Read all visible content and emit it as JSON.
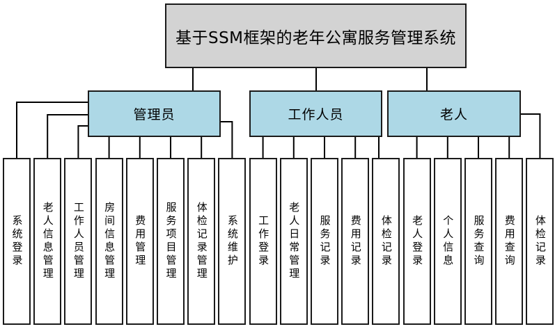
{
  "diagram": {
    "root": {
      "label": "基于SSM框架的老年公寓服务管理系统"
    },
    "roles": [
      {
        "id": "admin",
        "label": "管理员"
      },
      {
        "id": "staff",
        "label": "工作人员"
      },
      {
        "id": "elder",
        "label": "老人"
      }
    ],
    "leaves": [
      {
        "label": "系统登录",
        "parent": "管理员"
      },
      {
        "label": "老人信息管理",
        "parent": "管理员"
      },
      {
        "label": "工作人员管理",
        "parent": "管理员"
      },
      {
        "label": "房间信息管理",
        "parent": "管理员"
      },
      {
        "label": "费用管理",
        "parent": "管理员"
      },
      {
        "label": "服务项目管理",
        "parent": "管理员"
      },
      {
        "label": "体检记录管理",
        "parent": "管理员"
      },
      {
        "label": "系统维护",
        "parent": "管理员"
      },
      {
        "label": "工作登录",
        "parent": "工作人员"
      },
      {
        "label": "老人日常管理",
        "parent": "工作人员"
      },
      {
        "label": "服务记录",
        "parent": "工作人员"
      },
      {
        "label": "费用记录",
        "parent": "工作人员"
      },
      {
        "label": "体检记录",
        "parent": "工作人员"
      },
      {
        "label": "老人登录",
        "parent": "老人"
      },
      {
        "label": "个人信息",
        "parent": "老人"
      },
      {
        "label": "服务查询",
        "parent": "老人"
      },
      {
        "label": "费用查询",
        "parent": "老人"
      },
      {
        "label": "体检记录",
        "parent": "老人"
      }
    ],
    "colors": {
      "root_fill": "#d3d3d3",
      "role_fill": "#add8e6",
      "leaf_fill": "#ffffff",
      "border": "#1a1a1a",
      "line": "#000000"
    }
  }
}
